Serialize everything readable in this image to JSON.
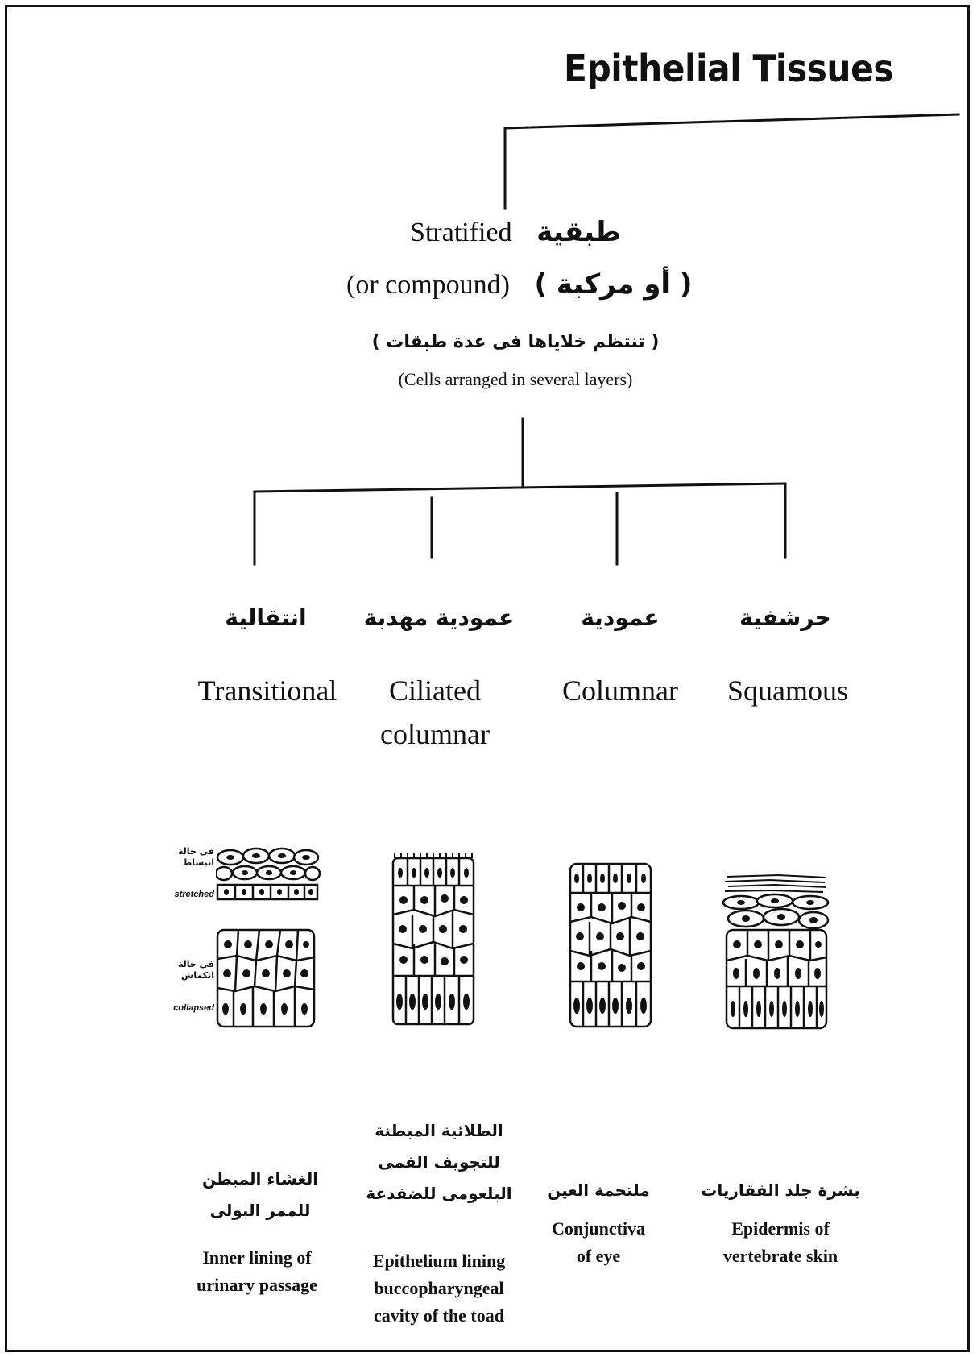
{
  "title": "Epithelial Tissues",
  "root": {
    "name_en": "Stratified",
    "name_ar": "طبقية",
    "alt_en": "(or compound)",
    "alt_ar": "( أو مركبة )",
    "desc_ar": "( تنتظم خلاياها فى عدة طبقات )",
    "desc_en": "(Cells arranged in several layers)"
  },
  "categories": [
    {
      "name_ar": "انتقالية",
      "name_en": "Transitional",
      "site_ar": [
        "الغشاء المبطن",
        "للممر البولى"
      ],
      "site_en": [
        "Inner lining of",
        "urinary passage"
      ],
      "states": [
        {
          "label_ar": [
            "فى حالة",
            "انبساط"
          ],
          "label_en": "stretched"
        },
        {
          "label_ar": [
            "فى حالة",
            "انكماش"
          ],
          "label_en": "collapsed"
        }
      ]
    },
    {
      "name_ar": "عمودية مهدبة",
      "name_en": "Ciliated columnar",
      "site_ar": [
        "الطلائية المبطنة",
        "للتجويف الفمى",
        "البلعومى للضفدعة"
      ],
      "site_en": [
        "Epithelium lining",
        "buccopharyngeal",
        "cavity of the toad"
      ]
    },
    {
      "name_ar": "عمودية",
      "name_en": "Columnar",
      "site_ar": [
        "ملتحمة العين"
      ],
      "site_en": [
        "Conjunctiva",
        "of eye"
      ]
    },
    {
      "name_ar": "حرشفية",
      "name_en": "Squamous",
      "site_ar": [
        "بشرة جلد الفقاريات"
      ],
      "site_en": [
        "Epidermis of",
        "vertebrate skin"
      ]
    }
  ]
}
